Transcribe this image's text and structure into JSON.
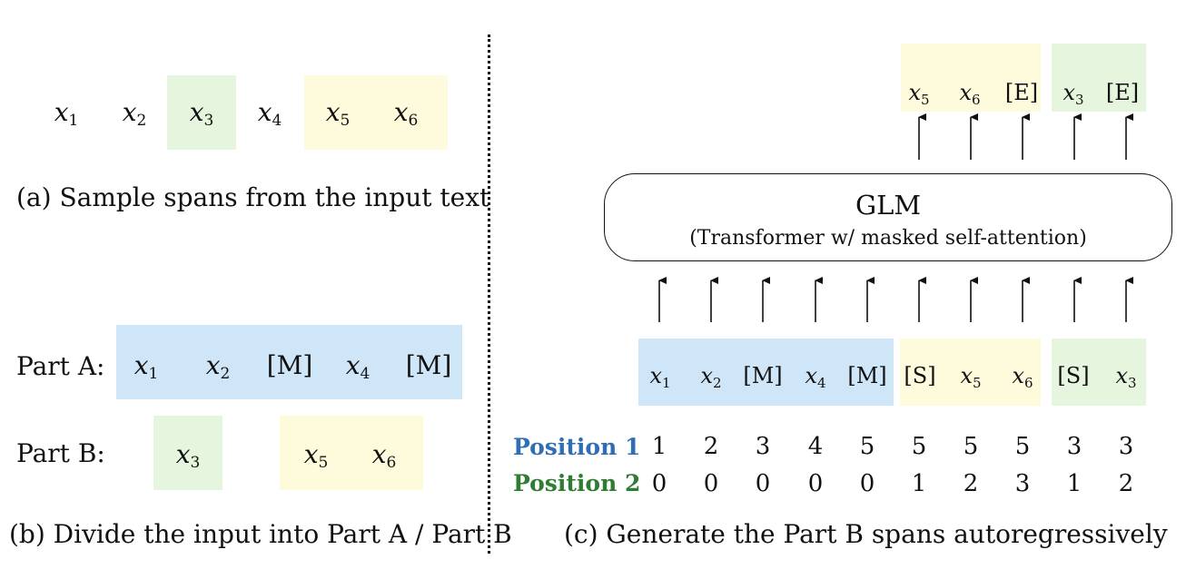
{
  "panel_a": {
    "caption": "(a)  Sample spans from the input text",
    "tokens": [
      {
        "v": "x",
        "s": "1"
      },
      {
        "v": "x",
        "s": "2"
      },
      {
        "v": "x",
        "s": "3"
      },
      {
        "v": "x",
        "s": "4"
      },
      {
        "v": "x",
        "s": "5"
      },
      {
        "v": "x",
        "s": "6"
      }
    ]
  },
  "panel_b": {
    "caption": "(b)  Divide the input into Part A / Part B",
    "part_a_label": "Part A:",
    "part_b_label": "Part B:",
    "part_a_tokens": [
      {
        "v": "x",
        "s": "1"
      },
      {
        "v": "x",
        "s": "2"
      },
      {
        "v": "[M]",
        "s": ""
      },
      {
        "v": "x",
        "s": "4"
      },
      {
        "v": "[M]",
        "s": ""
      }
    ],
    "part_b_tokens": [
      {
        "v": "x",
        "s": "3"
      },
      {
        "v": "x",
        "s": "5"
      },
      {
        "v": "x",
        "s": "6"
      }
    ]
  },
  "panel_c": {
    "caption": "(c)  Generate the Part B spans autoregressively",
    "model_name": "GLM",
    "model_desc": "(Transformer w/ masked self-attention)",
    "output_tokens": [
      {
        "v": "x",
        "s": "5"
      },
      {
        "v": "x",
        "s": "6"
      },
      {
        "v": "[E]",
        "s": ""
      },
      {
        "v": "x",
        "s": "3"
      },
      {
        "v": "[E]",
        "s": ""
      }
    ],
    "input_tokens": [
      {
        "v": "x",
        "s": "1"
      },
      {
        "v": "x",
        "s": "2"
      },
      {
        "v": "[M]",
        "s": ""
      },
      {
        "v": "x",
        "s": "4"
      },
      {
        "v": "[M]",
        "s": ""
      },
      {
        "v": "[S]",
        "s": ""
      },
      {
        "v": "x",
        "s": "5"
      },
      {
        "v": "x",
        "s": "6"
      },
      {
        "v": "[S]",
        "s": ""
      },
      {
        "v": "x",
        "s": "3"
      }
    ],
    "position1_label": "Position 1",
    "position2_label": "Position 2",
    "position1": [
      "1",
      "2",
      "3",
      "4",
      "5",
      "5",
      "5",
      "5",
      "3",
      "3"
    ],
    "position2": [
      "0",
      "0",
      "0",
      "0",
      "0",
      "1",
      "2",
      "3",
      "1",
      "2"
    ]
  },
  "colors": {
    "span_green": "#e6f6de",
    "span_yellow": "#fdfbdb",
    "part_a_blue": "#cfe6f8",
    "position1": "#2f6db5",
    "position2": "#2e7d32"
  }
}
